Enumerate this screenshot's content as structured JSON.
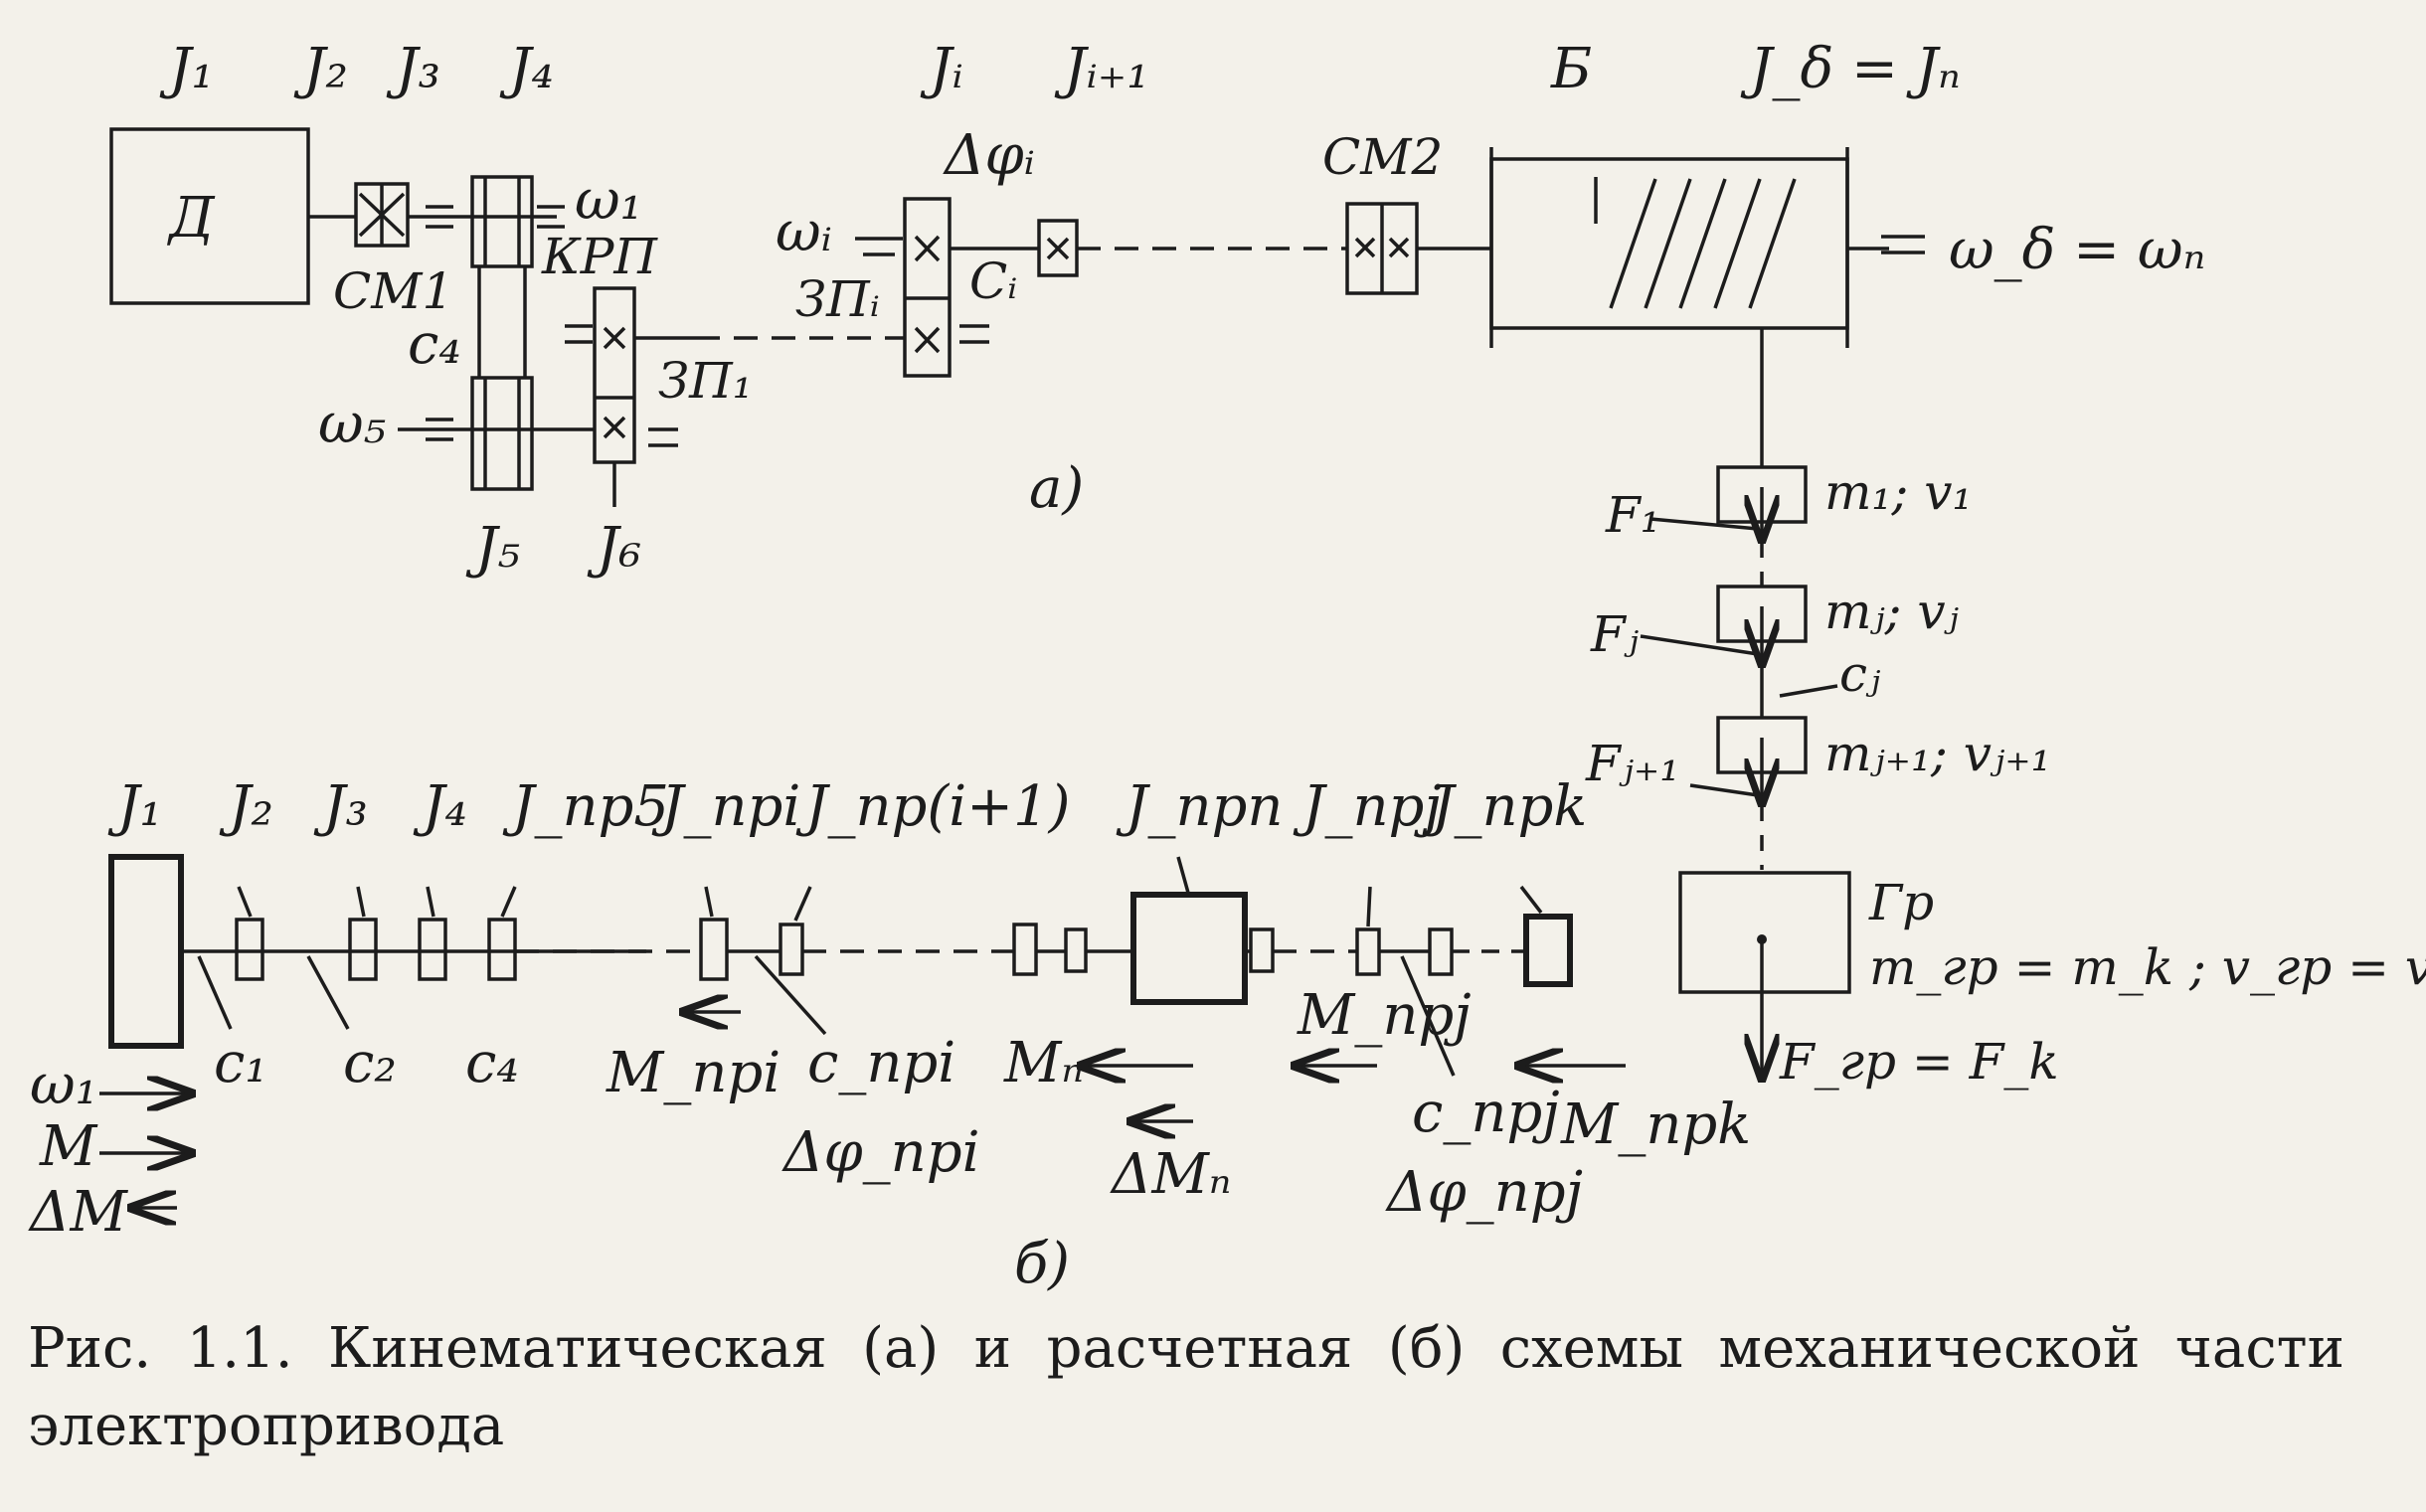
{
  "diagram_a": {
    "J1": "J₁",
    "J2": "J₂",
    "J3": "J₃",
    "J4": "J₄",
    "Ji": "Jᵢ",
    "Ji1": "Jᵢ₊₁",
    "B": "Б",
    "Jdelta": "J_δ = Jₙ",
    "D": "Д",
    "CM1": "СМ1",
    "omega1": "ω₁",
    "KRP": "КРП",
    "c4": "c₄",
    "omega5": "ω₅",
    "J5": "J₅",
    "J6": "J₆",
    "ZP1": "ЗП₁",
    "omegai": "ωᵢ",
    "dphii": "Δφᵢ",
    "ZPi": "ЗПᵢ",
    "Ci": "Cᵢ",
    "CM2": "СМ2",
    "omegaDelta": "ω_δ = ωₙ",
    "label": "а)",
    "m1v1": "m₁; v₁",
    "F1": "F₁",
    "mjvj": "mⱼ; vⱼ",
    "Fj": "Fⱼ",
    "cj": "cⱼ",
    "Fj1": "Fⱼ₊₁",
    "mj1vj1": "mⱼ₊₁; vⱼ₊₁",
    "Gr": "Гр",
    "mgr": "m_гр = m_k ; v_гр = v_k",
    "Fgr": "F_гр = F_k"
  },
  "diagram_b": {
    "J1": "J₁",
    "J2": "J₂",
    "J3": "J₃",
    "J4": "J₄",
    "Jpr5": "J_пр5",
    "Jpri": "J_прi",
    "Jpri1": "J_пр(i+1)",
    "Jprn": "J_прn",
    "Jprj": "J_прj",
    "Jprk": "J_прk",
    "c1": "c₁",
    "c2": "c₂",
    "c4": "c₄",
    "omega1": "ω₁",
    "M": "M",
    "dM": "ΔM",
    "Mpri": "M_прi",
    "cpri": "c_прi",
    "dphipri": "Δφ_прi",
    "Mn": "Mₙ",
    "dMn": "ΔMₙ",
    "Mprj": "M_прj",
    "cprj": "c_прj",
    "dphiprj": "Δφ_прj",
    "Mprk": "M_прk",
    "label": "б)"
  },
  "caption": "Рис. 1.1. Кинематическая (а) и расчетная (б) схемы механической части электропривода"
}
